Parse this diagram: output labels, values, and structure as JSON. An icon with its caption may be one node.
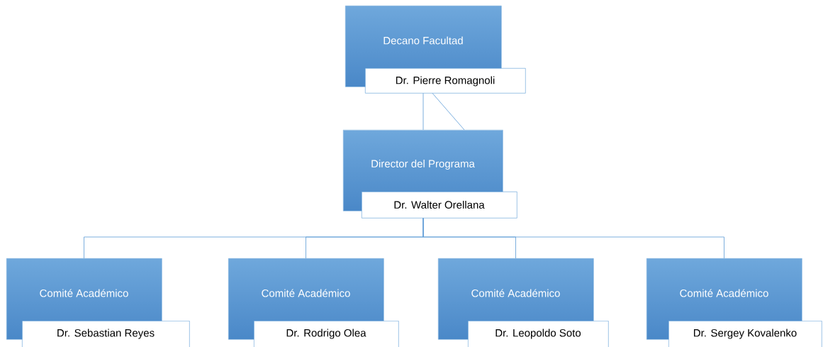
{
  "diagram": {
    "nodes": [
      {
        "text": [
          "Decano Facultad",
          "Dr. Pierre Romagnoli"
        ]
      },
      {
        "text": [
          "Director del Programa",
          "Dr. Walter Orellana"
        ]
      },
      {
        "text": [
          "Comité Académico",
          "Dr. Sebastian Reyes"
        ]
      },
      {
        "text": [
          "Comité Académico",
          "Dr. Rodrigo Olea"
        ]
      },
      {
        "text": [
          "Comité Académico",
          "Dr. Leopoldo Soto"
        ]
      },
      {
        "text": [
          "Comité Académico",
          "Dr. Sergey Kovalenko"
        ]
      }
    ],
    "edges": [
      {
        "from": 0,
        "to": 1,
        "arrow": "none"
      },
      {
        "from": 0,
        "to": 1,
        "arrow": "none"
      },
      {
        "from": 1,
        "to": 2,
        "arrow": "none"
      },
      {
        "from": 1,
        "to": 3,
        "arrow": "none"
      },
      {
        "from": 1,
        "to": 4,
        "arrow": "none"
      },
      {
        "from": 1,
        "to": 5,
        "arrow": "none"
      }
    ]
  }
}
